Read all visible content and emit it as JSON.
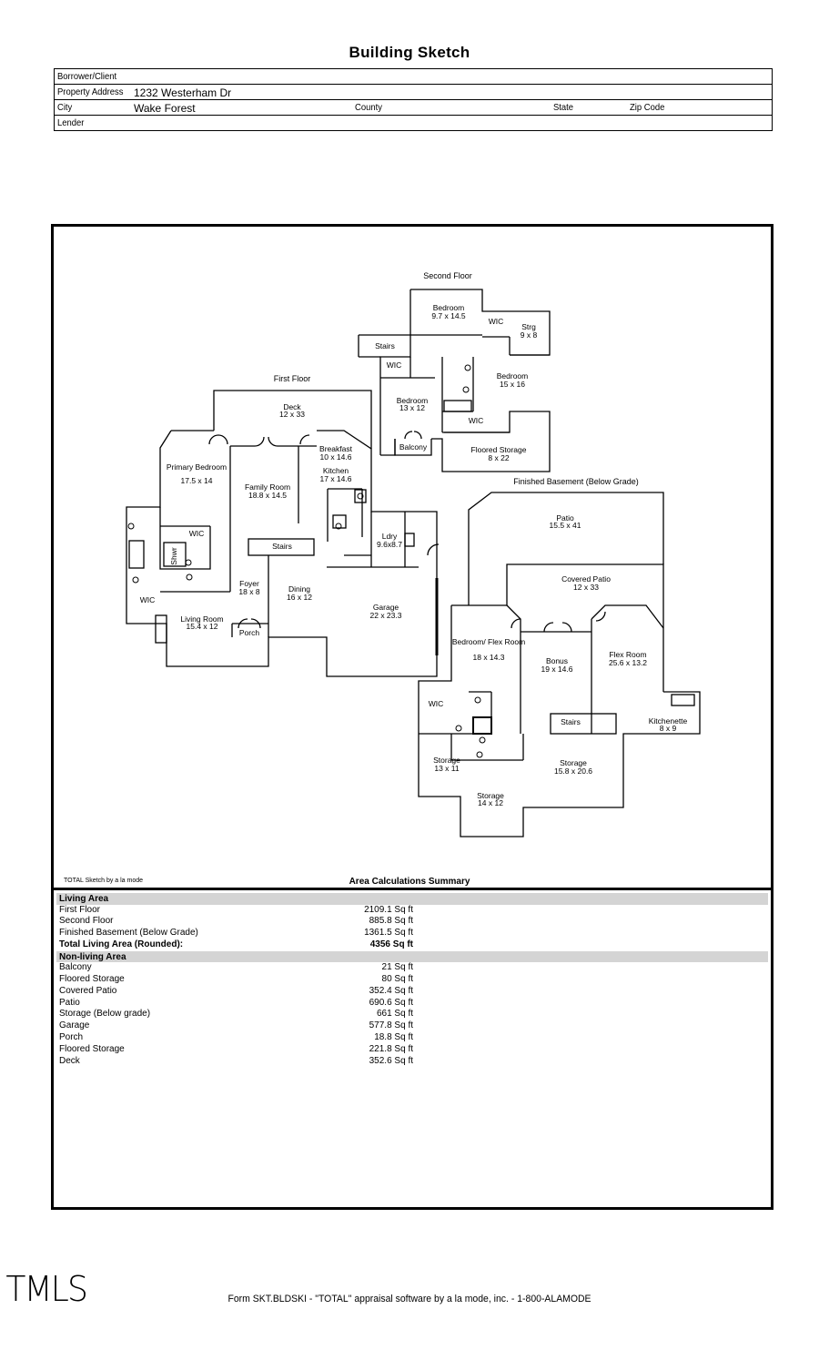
{
  "title": "Building Sketch",
  "header": {
    "borrower_label": "Borrower/Client",
    "borrower_value": "",
    "address_label": "Property Address",
    "address_value": "1232 Westerham Dr",
    "city_label": "City",
    "city_value": "Wake Forest",
    "county_label": "County",
    "state_label": "State",
    "zip_label": "Zip Code",
    "lender_label": "Lender"
  },
  "floors": {
    "second": "Second Floor",
    "first": "First Floor",
    "basement": "Finished Basement (Below Grade)"
  },
  "rooms": [
    {
      "id": "sf-bedroom1",
      "name": "Bedroom",
      "size": "9.7 x 14.5"
    },
    {
      "id": "sf-wic1",
      "name": "WIC",
      "size": ""
    },
    {
      "id": "sf-strg",
      "name": "Strg",
      "size": "9 x 8"
    },
    {
      "id": "sf-stairs",
      "name": "Stairs",
      "size": ""
    },
    {
      "id": "sf-wic2",
      "name": "WIC",
      "size": ""
    },
    {
      "id": "sf-bedroom2",
      "name": "Bedroom",
      "size": "15 x 16"
    },
    {
      "id": "sf-bedroom3",
      "name": "Bedroom",
      "size": "13 x 12"
    },
    {
      "id": "sf-wic3",
      "name": "WIC",
      "size": ""
    },
    {
      "id": "sf-balcony",
      "name": "Balcony",
      "size": ""
    },
    {
      "id": "sf-floored",
      "name": "Floored Storage",
      "size": "8 x 22"
    },
    {
      "id": "ff-deck",
      "name": "Deck",
      "size": "12 x 33"
    },
    {
      "id": "ff-breakfast",
      "name": "Breakfast",
      "size": "10 x 14.6"
    },
    {
      "id": "ff-kitchen",
      "name": "Kitchen",
      "size": "17 x 14.6"
    },
    {
      "id": "ff-primary",
      "name": "Primary Bedroom",
      "size": "17.5 x 14"
    },
    {
      "id": "ff-family",
      "name": "Family Room",
      "size": "18.8 x 14.5"
    },
    {
      "id": "ff-wic",
      "name": "WIC",
      "size": ""
    },
    {
      "id": "ff-shwr",
      "name": "Shwr",
      "size": ""
    },
    {
      "id": "ff-stairs",
      "name": "Stairs",
      "size": ""
    },
    {
      "id": "ff-ldry",
      "name": "Ldry",
      "size": "9.6x8.7"
    },
    {
      "id": "ff-foyer",
      "name": "Foyer",
      "size": "18 x 8"
    },
    {
      "id": "ff-dining",
      "name": "Dining",
      "size": "16 x 12"
    },
    {
      "id": "ff-wic2",
      "name": "WIC",
      "size": ""
    },
    {
      "id": "ff-living",
      "name": "Living Room",
      "size": "15.4 x 12"
    },
    {
      "id": "ff-porch",
      "name": "Porch",
      "size": ""
    },
    {
      "id": "ff-garage",
      "name": "Garage",
      "size": "22 x 23.3"
    },
    {
      "id": "b-patio",
      "name": "Patio",
      "size": "15.5 x 41"
    },
    {
      "id": "b-covered",
      "name": "Covered Patio",
      "size": "12 x 33"
    },
    {
      "id": "b-bedroom",
      "name": "Bedroom/ Flex Room",
      "size": "18 x 14.3"
    },
    {
      "id": "b-bonus",
      "name": "Bonus",
      "size": "19 x 14.6"
    },
    {
      "id": "b-flex",
      "name": "Flex Room",
      "size": "25.6 x 13.2"
    },
    {
      "id": "b-wic",
      "name": "WIC",
      "size": ""
    },
    {
      "id": "b-stairs",
      "name": "Stairs",
      "size": ""
    },
    {
      "id": "b-kitchenette",
      "name": "Kitchenette",
      "size": "8 x 9"
    },
    {
      "id": "b-storage1",
      "name": "Storage",
      "size": "13 x 11"
    },
    {
      "id": "b-storage2",
      "name": "Storage",
      "size": "15.8 x 20.6"
    },
    {
      "id": "b-storage3",
      "name": "Storage",
      "size": "14 x 12"
    }
  ],
  "sketch_credit": "TOTAL Sketch by a la mode",
  "area_summary": {
    "title": "Area Calculations Summary",
    "living_heading": "Living Area",
    "living": [
      {
        "label": "First Floor",
        "value": "2109.1 Sq ft"
      },
      {
        "label": "Second Floor",
        "value": "885.8 Sq ft"
      },
      {
        "label": "Finished Basement (Below Grade)",
        "value": "1361.5 Sq ft"
      }
    ],
    "total_label": "Total Living Area (Rounded):",
    "total_value": "4356 Sq ft",
    "nonliving_heading": "Non-living Area",
    "nonliving": [
      {
        "label": "Balcony",
        "value": "21 Sq ft"
      },
      {
        "label": "Floored Storage",
        "value": "80 Sq ft"
      },
      {
        "label": "Covered Patio",
        "value": "352.4 Sq ft"
      },
      {
        "label": "Patio",
        "value": "690.6 Sq ft"
      },
      {
        "label": "Storage (Below grade)",
        "value": "661 Sq ft"
      },
      {
        "label": "Garage",
        "value": "577.8 Sq ft"
      },
      {
        "label": "Porch",
        "value": "18.8 Sq ft"
      },
      {
        "label": "Floored Storage",
        "value": "221.8 Sq ft"
      },
      {
        "label": "Deck",
        "value": "352.6 Sq ft"
      }
    ]
  },
  "logo": "TMLS",
  "footer": "Form SKT.BLDSKI - \"TOTAL\" appraisal software by a la mode, inc. - 1-800-ALAMODE"
}
